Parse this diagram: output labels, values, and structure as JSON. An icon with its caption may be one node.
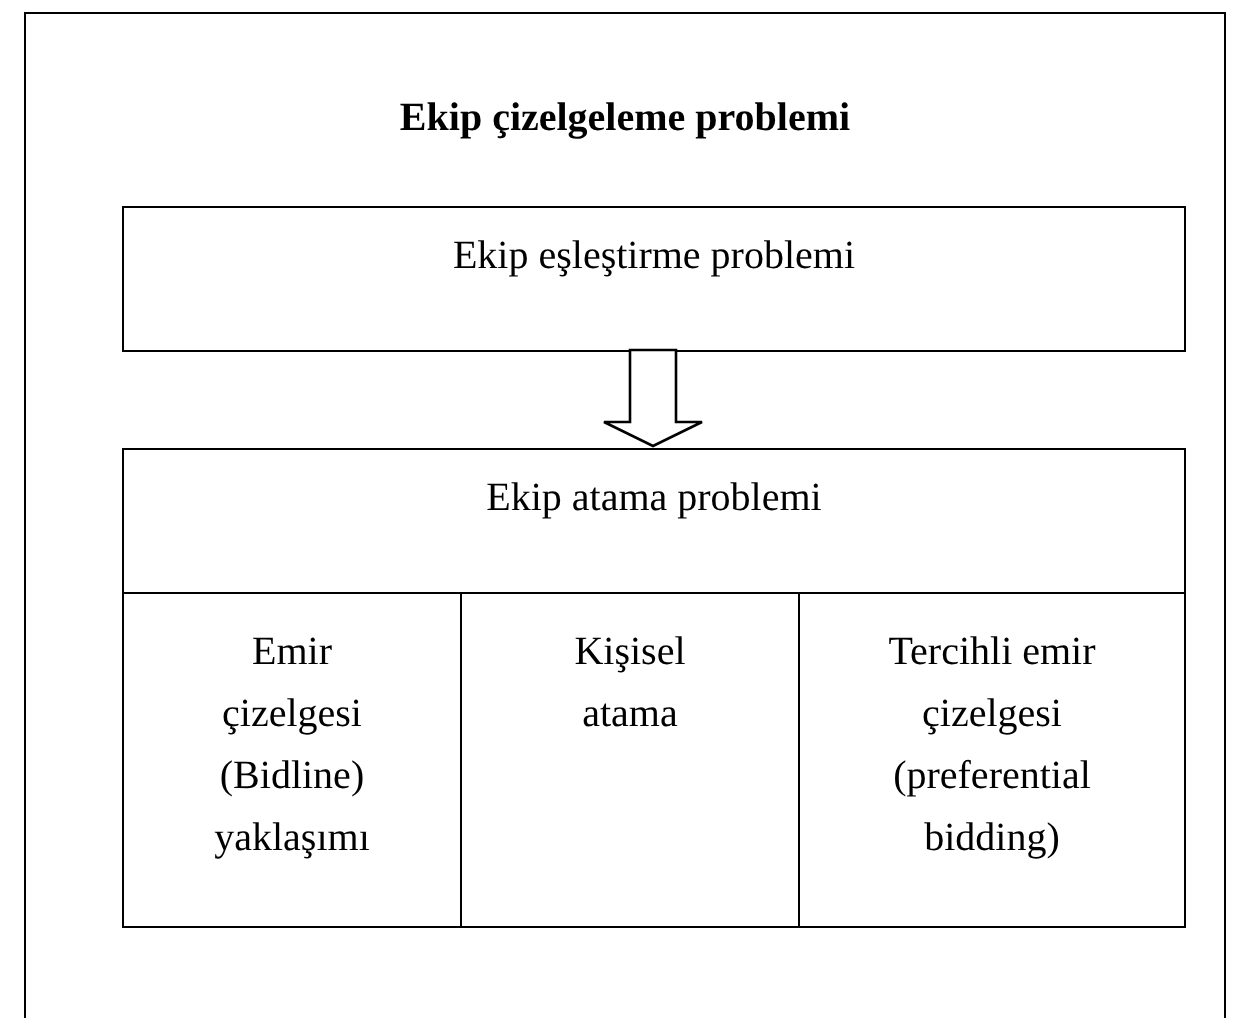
{
  "diagram": {
    "nodes": [
      {
        "text": [
          "Ekip çizelgeleme problemi"
        ]
      },
      {
        "text": [
          "Ekip eşleştirme problemi"
        ],
        "in": 0
      },
      {
        "text": [
          "Ekip atama problemi"
        ],
        "in": 0
      },
      {
        "text": [
          "Emir çizelgesi (Bidline) yaklaşımı"
        ],
        "in": 0
      },
      {
        "text": [
          "Kişisel atama"
        ],
        "in": 0
      },
      {
        "text": [
          "Tercihli emir çizelgesi (preferential bidding)"
        ],
        "in": 0
      }
    ],
    "edges": [
      {
        "from": 1,
        "to": 2,
        "arrow": "to",
        "style": "thick"
      }
    ]
  }
}
